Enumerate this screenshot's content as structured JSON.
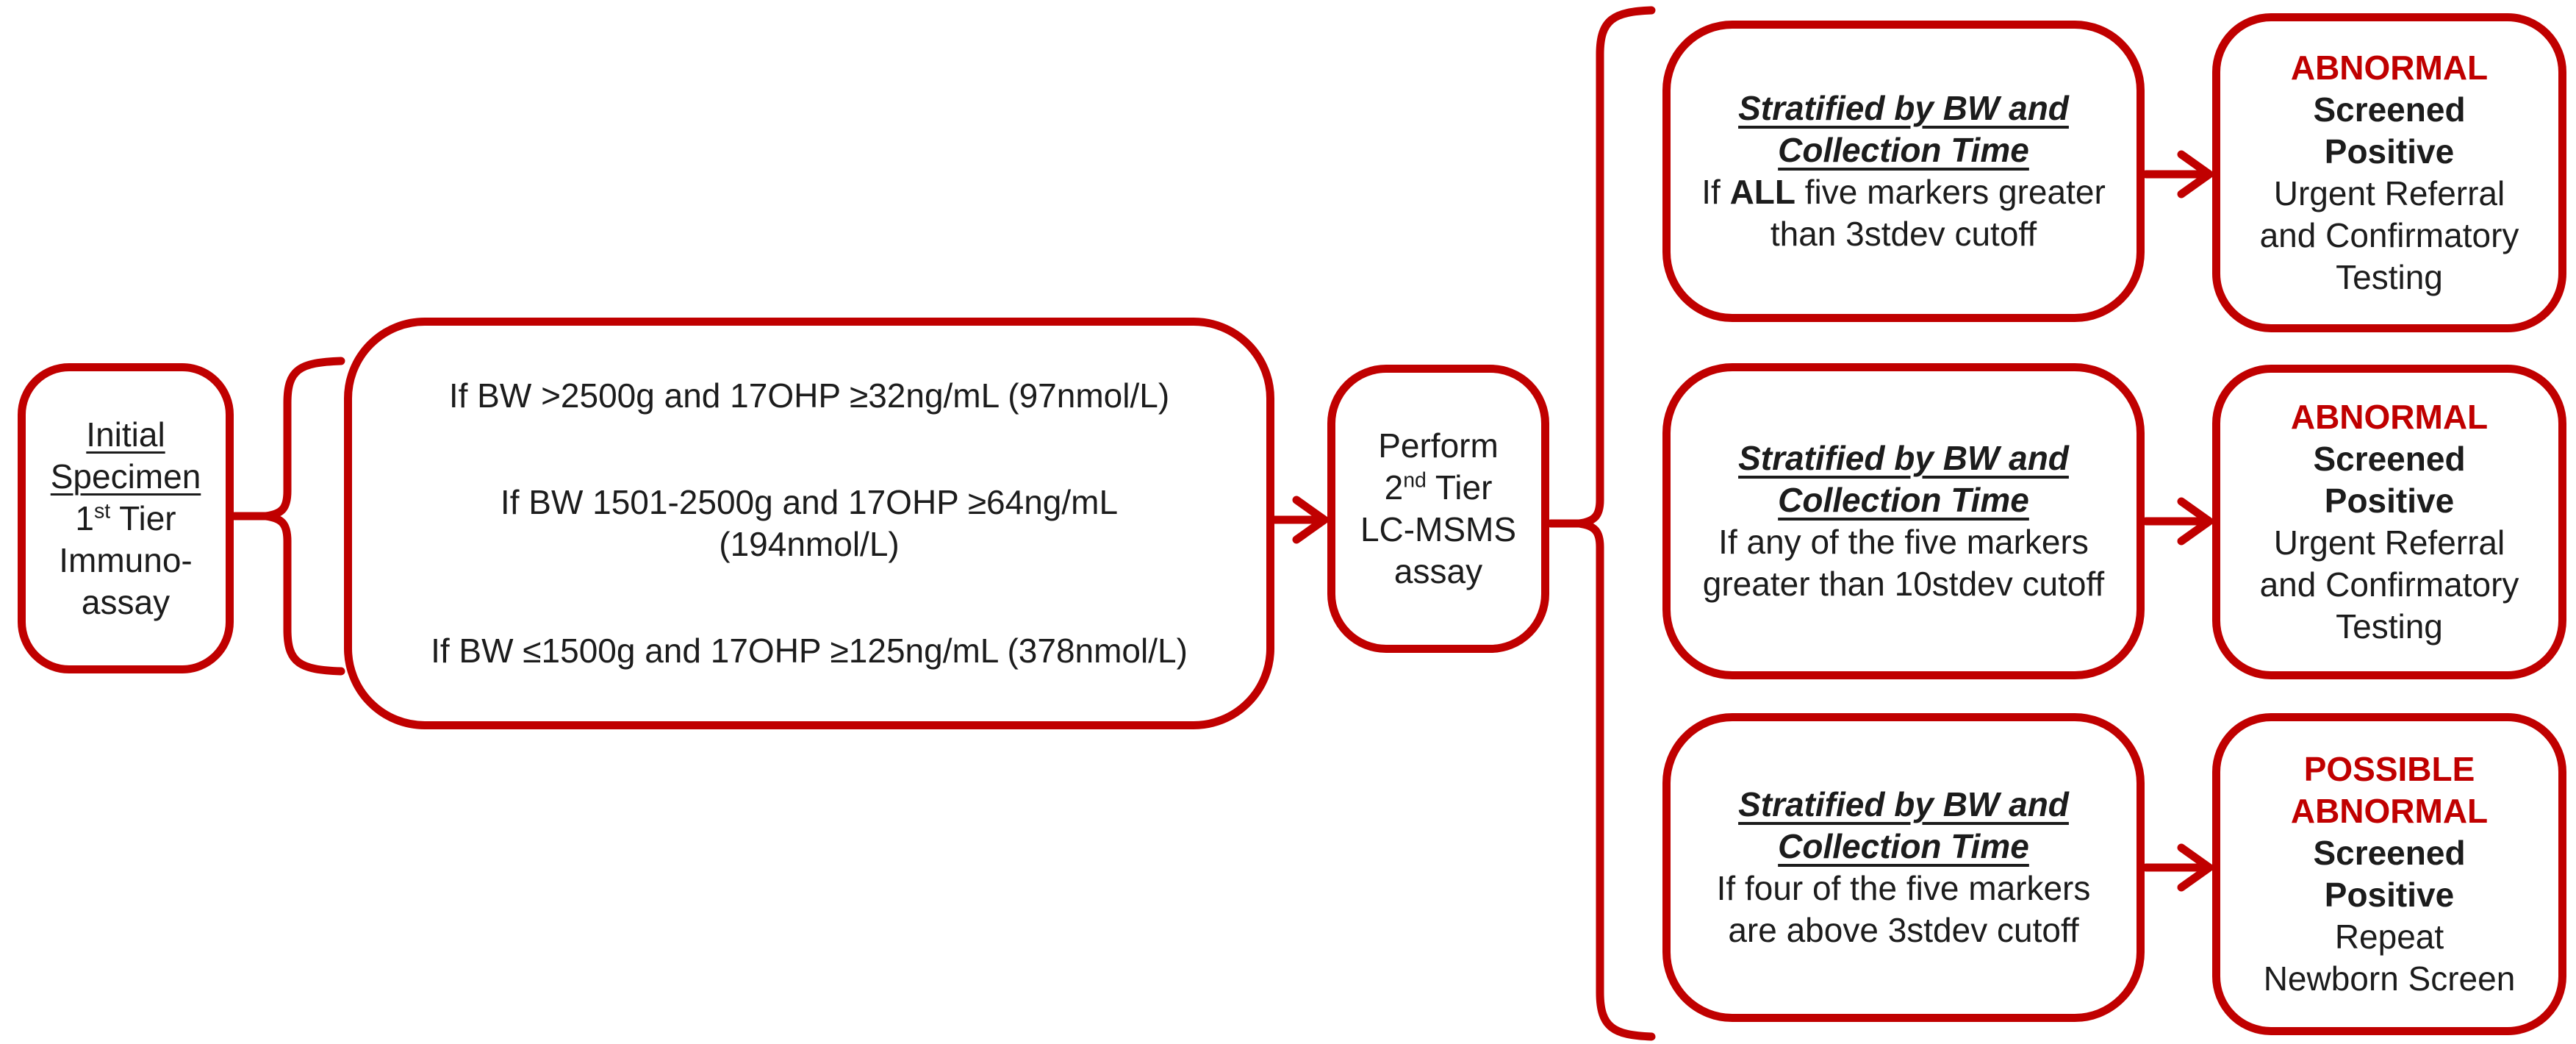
{
  "diagram": {
    "accent_color": "#C00000",
    "initial_box": {
      "title_line1": "Initial",
      "title_line2": "Specimen",
      "tier_num": "1",
      "tier_sup": "st",
      "tier_rest": " Tier",
      "line4": "Immuno-",
      "line5": "assay"
    },
    "criteria_box": {
      "rule1": "If BW >2500g and 17OHP ≥32ng/mL (97nmol/L)",
      "rule2_line1": "If BW 1501-2500g and 17OHP ≥64ng/mL",
      "rule2_line2": "(194nmol/L)",
      "rule3": "If BW ≤1500g and 17OHP ≥125ng/mL (378nmol/L)"
    },
    "second_tier_box": {
      "line1": "Perform",
      "tier_num": "2",
      "tier_sup": "nd",
      "tier_rest": " Tier",
      "line3": "LC-MSMS",
      "line4": "assay"
    },
    "branch1": {
      "heading_line1": "Stratified by BW and",
      "heading_line2": "Collection Time",
      "body1_pre": "If ",
      "body1_bold": "ALL",
      "body1_post": " five markers greater",
      "body2": "than 3stdev cutoff"
    },
    "branch2": {
      "heading_line1": "Stratified by BW and",
      "heading_line2": "Collection Time",
      "body1": "If any of the five markers",
      "body2": "greater than 10stdev cutoff"
    },
    "branch3": {
      "heading_line1": "Stratified by BW and",
      "heading_line2": "Collection Time",
      "body1": "If four of the five markers",
      "body2": "are above 3stdev cutoff"
    },
    "outcome1": {
      "status": "ABNORMAL",
      "bold_line1": "Screened",
      "bold_line2": "Positive",
      "line3": "Urgent Referral",
      "line4": "and Confirmatory",
      "line5": "Testing"
    },
    "outcome2": {
      "status": "ABNORMAL",
      "bold_line1": "Screened",
      "bold_line2": "Positive",
      "line3": "Urgent Referral",
      "line4": "and Confirmatory",
      "line5": "Testing"
    },
    "outcome3": {
      "status_line1": "POSSIBLE",
      "status_line2": "ABNORMAL",
      "bold_line1": "Screened",
      "bold_line2": "Positive",
      "line3": "Repeat",
      "line4": "Newborn Screen"
    }
  }
}
